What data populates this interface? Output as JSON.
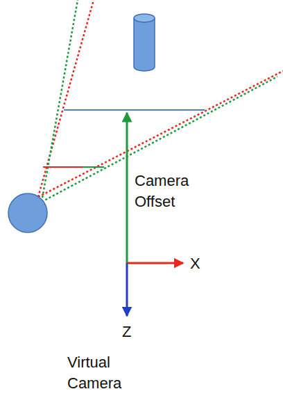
{
  "diagram": {
    "labels": [
      "Camera Offset",
      "X",
      "Z",
      "Virtual Camera"
    ]
  }
}
